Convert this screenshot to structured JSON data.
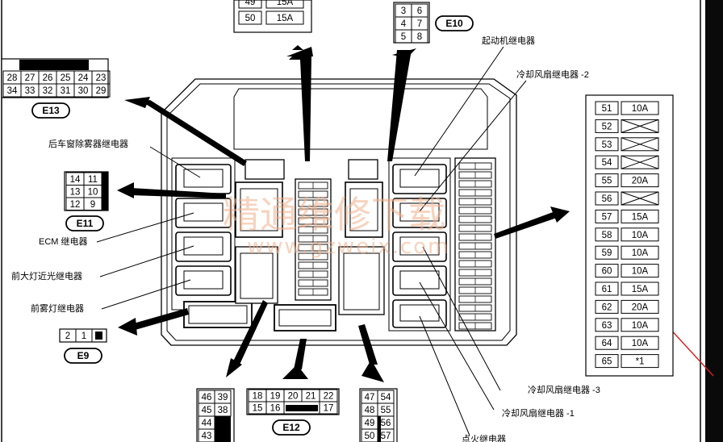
{
  "connectors": {
    "E13": {
      "label": "E13",
      "row1": [
        "28",
        "27",
        "26",
        "25",
        "24",
        "23"
      ],
      "row2": [
        "34",
        "33",
        "32",
        "31",
        "30",
        "29"
      ]
    },
    "E10": {
      "label": "E10",
      "rows": [
        [
          "3",
          "6"
        ],
        [
          "4",
          "7"
        ],
        [
          "5",
          "8"
        ]
      ]
    },
    "E11": {
      "label": "E11",
      "rows": [
        [
          "14",
          "11"
        ],
        [
          "13",
          "10"
        ],
        [
          "12",
          "9"
        ]
      ]
    },
    "E9": {
      "label": "E9",
      "cells": [
        "2",
        "1"
      ]
    },
    "E12": {
      "label": "E12",
      "row1": [
        "18",
        "19",
        "20",
        "21",
        "22"
      ],
      "row2": [
        "15",
        "16",
        "",
        "17"
      ]
    },
    "top_partial": {
      "rows": [
        [
          "49",
          "15A"
        ],
        [
          "50",
          "15A"
        ]
      ]
    },
    "bottom_left": {
      "rows": [
        [
          "46",
          "39"
        ],
        [
          "45",
          "38"
        ],
        [
          "44",
          ""
        ],
        [
          "43",
          ""
        ]
      ]
    },
    "bottom_right": {
      "rows": [
        [
          "47",
          "54"
        ],
        [
          "48",
          "55"
        ],
        [
          "49",
          "56"
        ],
        [
          "50",
          "57"
        ]
      ]
    }
  },
  "relays": {
    "rear_defogger": "后车窗除雾器继电器",
    "ecm": "ECM 继电器",
    "headlamp_low": "前大灯近光继电器",
    "front_fog": "前雾灯继电器",
    "starter": "起动机继电器",
    "cooling_fan_2": "冷却风扇继电器 -2",
    "cooling_fan_3": "冷却风扇继电器 -3",
    "cooling_fan_1": "冷却风扇继电器 -1",
    "ignition": "点火继电器"
  },
  "fuses": [
    {
      "no": "51",
      "rating": "10A",
      "empty": false
    },
    {
      "no": "52",
      "rating": "",
      "empty": true
    },
    {
      "no": "53",
      "rating": "",
      "empty": true
    },
    {
      "no": "54",
      "rating": "",
      "empty": true
    },
    {
      "no": "55",
      "rating": "20A",
      "empty": false
    },
    {
      "no": "56",
      "rating": "",
      "empty": true
    },
    {
      "no": "57",
      "rating": "15A",
      "empty": false
    },
    {
      "no": "58",
      "rating": "10A",
      "empty": false
    },
    {
      "no": "59",
      "rating": "10A",
      "empty": false
    },
    {
      "no": "60",
      "rating": "10A",
      "empty": false
    },
    {
      "no": "61",
      "rating": "15A",
      "empty": false
    },
    {
      "no": "62",
      "rating": "20A",
      "empty": false
    },
    {
      "no": "63",
      "rating": "10A",
      "empty": false
    },
    {
      "no": "64",
      "rating": "10A",
      "empty": false
    },
    {
      "no": "65",
      "rating": "*1",
      "empty": false
    }
  ],
  "watermark": {
    "line1": "精通维修下载",
    "line2": "www.gzweix.com"
  }
}
